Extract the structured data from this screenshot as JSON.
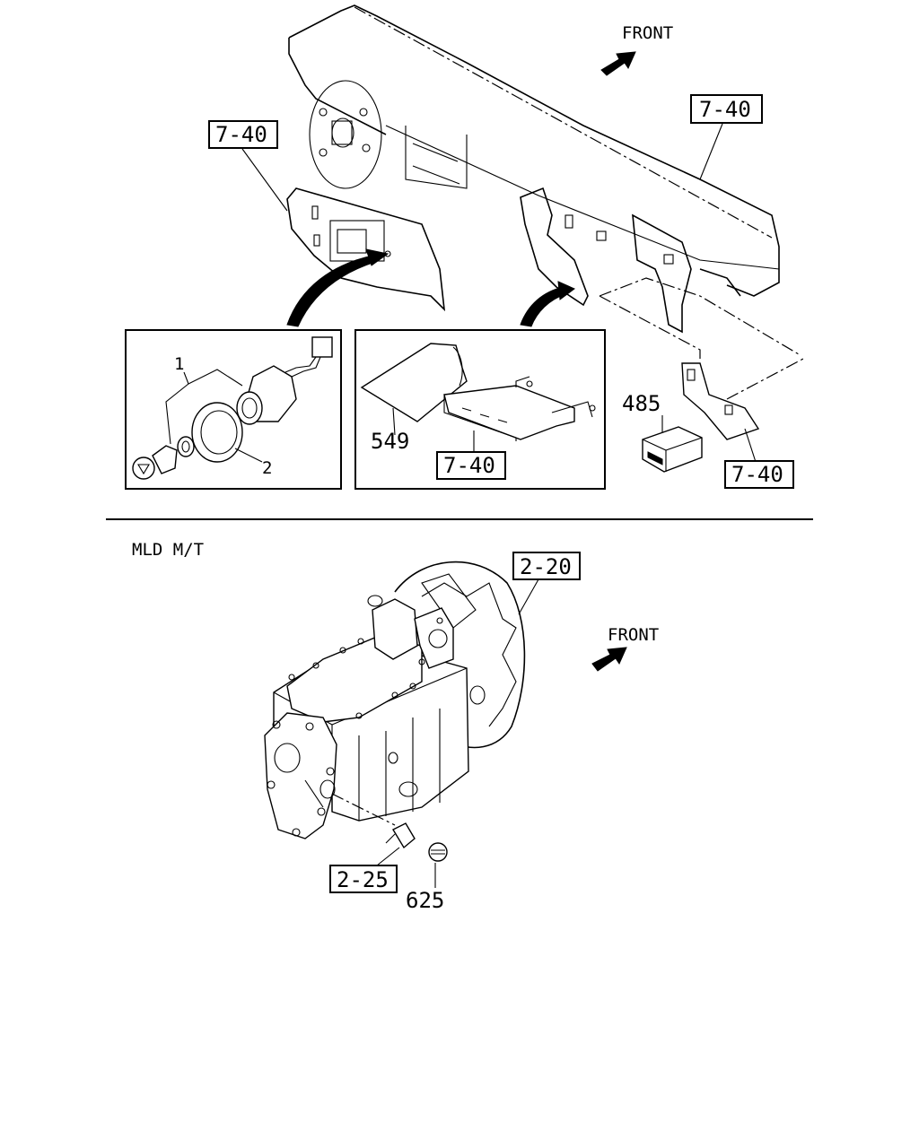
{
  "upper": {
    "front_label": "FRONT",
    "callouts": {
      "ref_top_right": "7-40",
      "ref_top_left": "7-40",
      "ref_bracket": "7-40",
      "ref_lower_right": "7-40",
      "part_1": "1",
      "part_2": "2",
      "part_549": "549",
      "part_485": "485"
    }
  },
  "lower": {
    "section_label": "MLD M/T",
    "front_label": "FRONT",
    "callouts": {
      "ref_flywheel": "2-20",
      "ref_switch": "2-25",
      "part_625": "625"
    }
  }
}
